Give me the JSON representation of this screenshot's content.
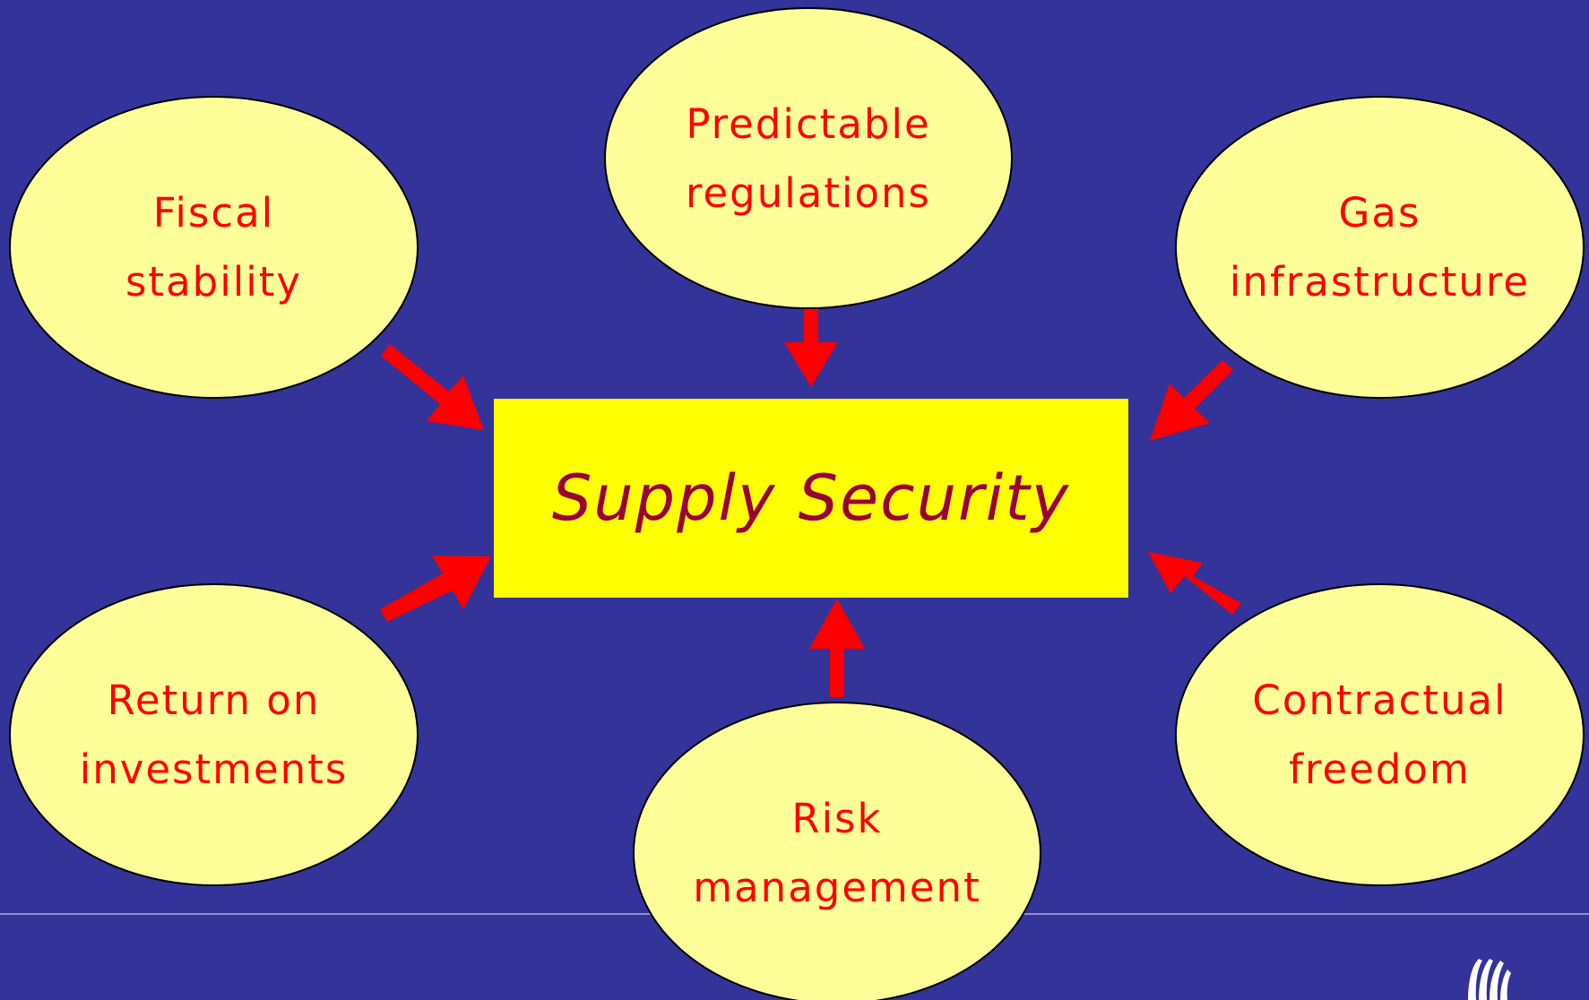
{
  "center": {
    "label": "Supply Security"
  },
  "factors": [
    {
      "line1": "Predictable",
      "line2": "regulations"
    },
    {
      "line1": "Fiscal",
      "line2": "stability"
    },
    {
      "line1": "Gas",
      "line2": "infrastructure"
    },
    {
      "line1": "Return on",
      "line2": "investments"
    },
    {
      "line1": "Risk",
      "line2": "management"
    },
    {
      "line1": "Contractual",
      "line2": "freedom"
    }
  ],
  "colors": {
    "background": "#333399",
    "bubble_fill": "#ffff99",
    "bubble_text": "#ff0000",
    "center_fill": "#ffff00",
    "center_text": "#990033",
    "arrow": "#ff0000"
  },
  "icons": {
    "logo": "company-logo-icon"
  }
}
